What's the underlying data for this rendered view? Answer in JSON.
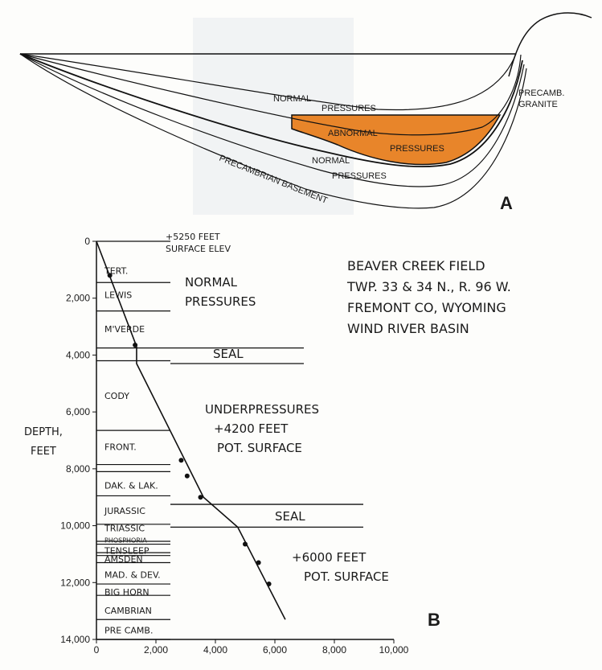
{
  "panel_a": {
    "panel_label": "A",
    "normal_pressures_upper": [
      "NORMAL",
      "PRESSURES"
    ],
    "abnormal_pressures": [
      "ABNORMAL",
      "PRESSURES"
    ],
    "normal_pressures_lower": [
      "NORMAL",
      "PRESSURES"
    ],
    "basement_label": "PRECAMBRIAN BASEMENT",
    "granite_label": [
      "PRECAMB.",
      "GRANITE"
    ],
    "abnormal_fill_color": "#e8852a"
  },
  "panel_b": {
    "panel_label": "B",
    "field_info": [
      "BEAVER CREEK FIELD",
      "TWP. 33 & 34 N., R. 96 W.",
      "FREMONT CO, WYOMING",
      "WIND RIVER BASIN"
    ],
    "surface_elev": [
      "+5250 FEET",
      "SURFACE ELEV"
    ],
    "normal_pressures": [
      "NORMAL",
      "PRESSURES"
    ],
    "seal_upper": "SEAL",
    "underpressures": [
      "UNDERPRESSURES",
      "+4200 FEET",
      "POT. SURFACE"
    ],
    "seal_lower": "SEAL",
    "deep_pot_surface": [
      "+6000 FEET",
      "POT. SURFACE"
    ],
    "y_axis_title": [
      "DEPTH,",
      "FEET"
    ],
    "y_ticks": [
      "0",
      "2,000",
      "4,000",
      "6,000",
      "8,000",
      "10,000",
      "12,000",
      "14,000"
    ],
    "x_ticks": [
      "0",
      "2,000",
      "4,000",
      "6,000",
      "8,000",
      "10,000"
    ],
    "formations": [
      {
        "name": "TERT.",
        "depth": 1000
      },
      {
        "name": "LEWIS",
        "depth": 1850
      },
      {
        "name": "M'VERDE",
        "depth": 3050
      },
      {
        "name": "CODY",
        "depth": 5400
      },
      {
        "name": "FRONT.",
        "depth": 7200
      },
      {
        "name": "DAK. & LAK.",
        "depth": 8550
      },
      {
        "name": "JURASSIC",
        "depth": 9450
      },
      {
        "name": "TRIASSIC",
        "depth": 10050
      },
      {
        "name": "PHOSPHORIA",
        "depth": 10500
      },
      {
        "name": "TENSLEEP",
        "depth": 10850
      },
      {
        "name": "AMSDEN",
        "depth": 11150
      },
      {
        "name": "MAD. & DEV.",
        "depth": 11700
      },
      {
        "name": "BIG HORN",
        "depth": 12300
      },
      {
        "name": "CAMBRIAN",
        "depth": 12950
      },
      {
        "name": "PRE CAMB.",
        "depth": 13650
      }
    ],
    "formation_boundaries": [
      0,
      1450,
      2450,
      3750,
      4200,
      6650,
      7850,
      8100,
      8950,
      9950,
      10550,
      10650,
      10950,
      11050,
      11300,
      12050,
      12450,
      13300,
      14000
    ],
    "seal_depths": [
      {
        "top": 3750,
        "bottom": 4300
      },
      {
        "top": 9250,
        "bottom": 10050
      }
    ],
    "pressure_curve": [
      {
        "x": 0,
        "depth": 0
      },
      {
        "x": 1350,
        "depth": 3700
      },
      {
        "x": 1350,
        "depth": 4300
      },
      {
        "x": 3600,
        "depth": 9000
      },
      {
        "x": 4750,
        "depth": 10050
      },
      {
        "x": 6350,
        "depth": 13300
      }
    ],
    "measured_points": [
      {
        "x": 450,
        "depth": 1200
      },
      {
        "x": 1300,
        "depth": 3650
      },
      {
        "x": 2850,
        "depth": 7700
      },
      {
        "x": 3050,
        "depth": 8250
      },
      {
        "x": 3500,
        "depth": 9000
      },
      {
        "x": 5000,
        "depth": 10650
      },
      {
        "x": 5450,
        "depth": 11300
      },
      {
        "x": 5800,
        "depth": 12050
      }
    ],
    "x_range": [
      0,
      10000
    ],
    "y_range": [
      0,
      14000
    ]
  }
}
